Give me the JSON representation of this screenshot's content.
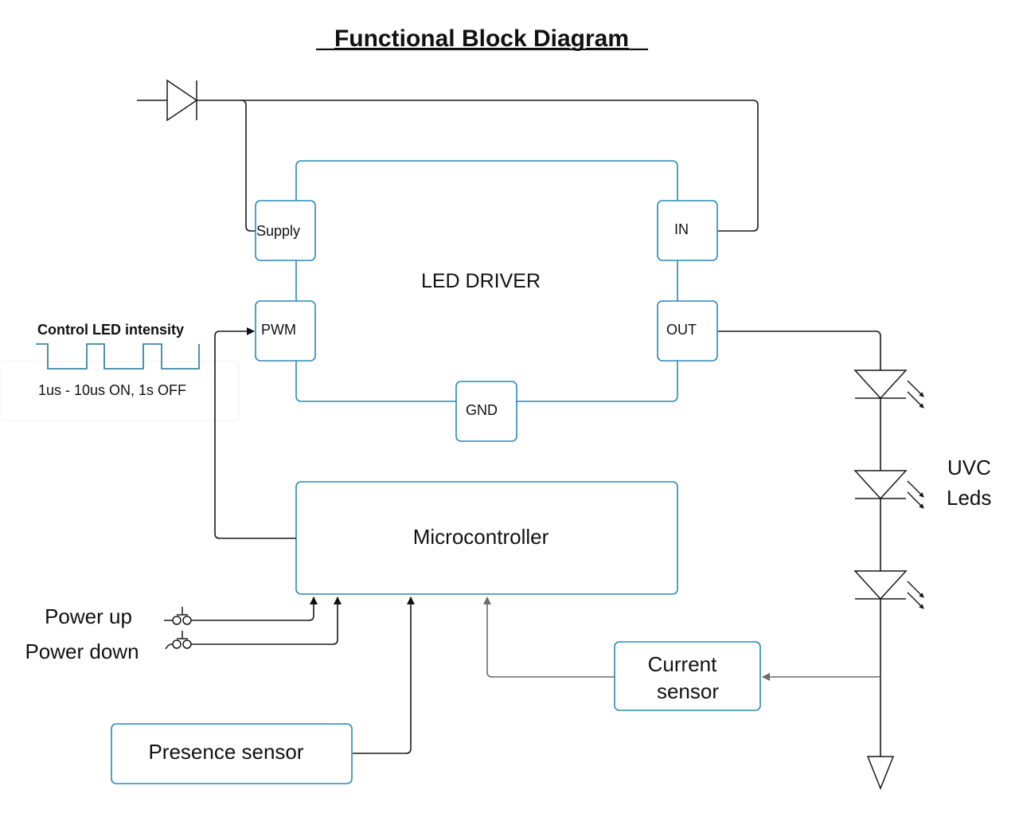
{
  "title": "Functional Block Diagram",
  "led_driver": {
    "label": "LED DRIVER",
    "pins": {
      "supply": "Supply",
      "in": "IN",
      "pwm": "PWM",
      "out": "OUT",
      "gnd": "GND"
    }
  },
  "microcontroller": {
    "label": "Microcontroller"
  },
  "pwm_note": {
    "heading": "Control LED intensity",
    "timing": "1us - 10us ON, 1s OFF"
  },
  "switches": {
    "power_up": "Power up",
    "power_down": "Power down"
  },
  "presence_sensor": {
    "label": "Presence sensor"
  },
  "current_sensor": {
    "line1": "Current",
    "line2": "sensor"
  },
  "uvc_leds": {
    "line1": "UVC",
    "line2": "Leds",
    "count": 3
  },
  "colors": {
    "block_stroke": "#2a88b8",
    "wire": "#1a1a1a",
    "feedback_wire": "#6b6b6b",
    "pwm_wave": "#3a86a8"
  }
}
